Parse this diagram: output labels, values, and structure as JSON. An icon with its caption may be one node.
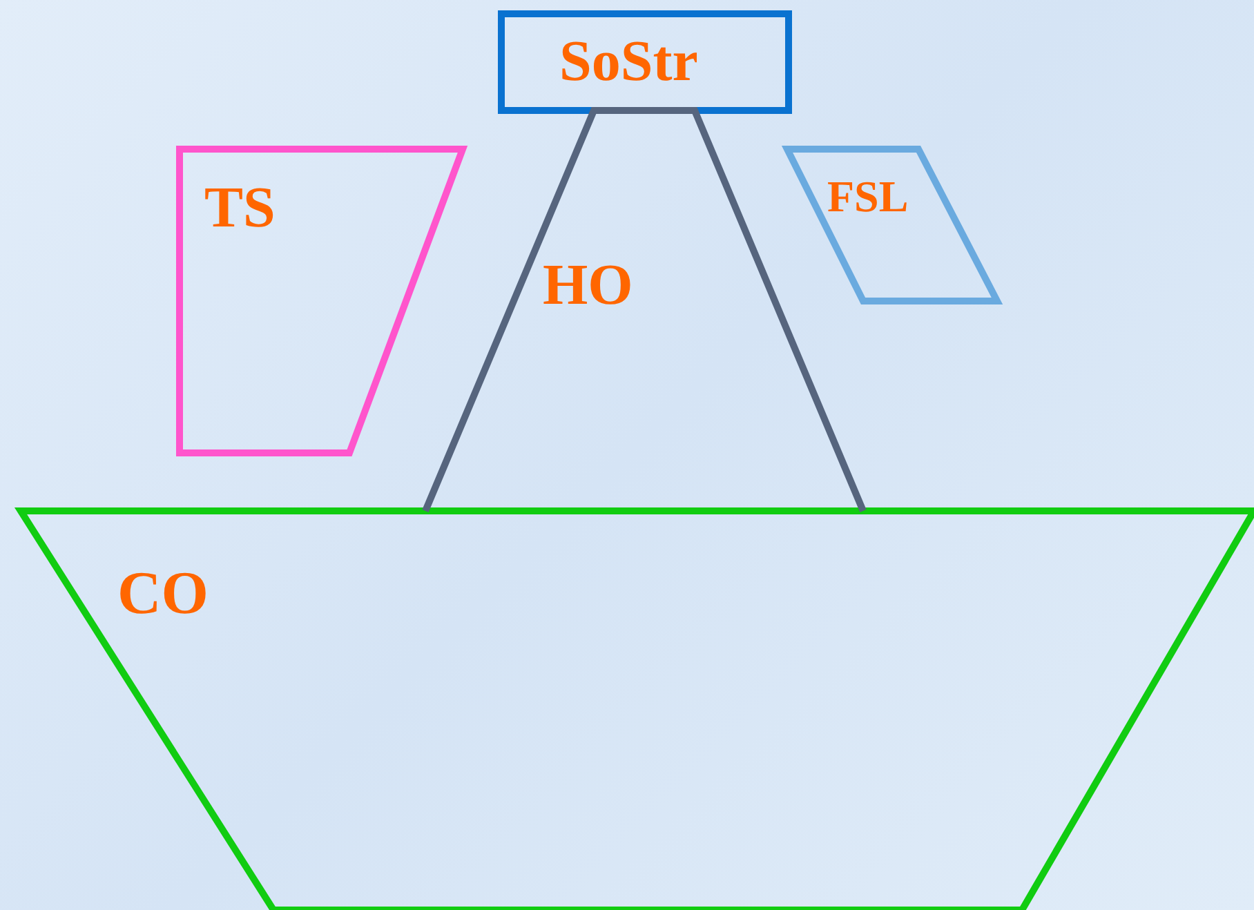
{
  "diagram": {
    "nodes": [
      {
        "text": [
          "SoStr"
        ]
      },
      {
        "text": [
          "TS"
        ]
      },
      {
        "text": [
          "HO"
        ]
      },
      {
        "text": [
          "FSL"
        ]
      },
      {
        "text": [
          "CO"
        ]
      }
    ]
  }
}
